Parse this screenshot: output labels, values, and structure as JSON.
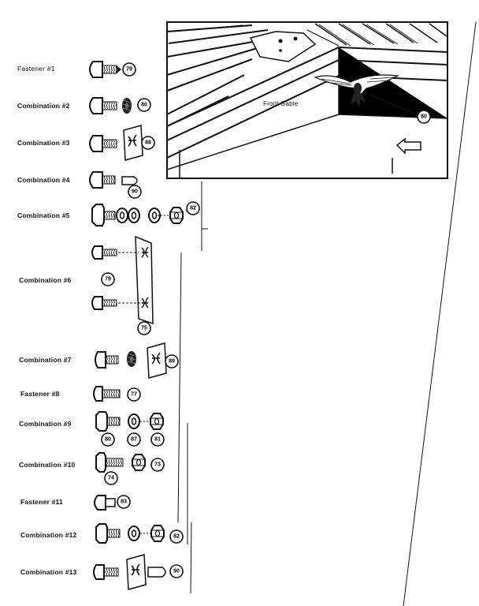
{
  "rows": [
    {
      "label": "Fastener  #1",
      "parts": [
        "79"
      ]
    },
    {
      "label": "Combination #2",
      "parts": [
        "80"
      ]
    },
    {
      "label": "Combination  #3",
      "parts": [
        "88"
      ]
    },
    {
      "label": "Combination  #4",
      "parts": [
        "90"
      ]
    },
    {
      "label": "Combination  #5",
      "parts": [
        "82"
      ]
    },
    {
      "label": "Combination  #6",
      "parts": [
        "79",
        "75"
      ]
    },
    {
      "label": "Combination #7",
      "parts": [
        "89"
      ]
    },
    {
      "label": "Fastener  #8",
      "parts": [
        "77"
      ]
    },
    {
      "label": "Combination  #9",
      "parts": [
        "80",
        "87",
        "81"
      ]
    },
    {
      "label": "Combination #10",
      "parts": [
        "74",
        "73"
      ]
    },
    {
      "label": "Fastener  #11",
      "parts": [
        "83"
      ]
    },
    {
      "label": "Combination  #12",
      "parts": [
        "82"
      ]
    },
    {
      "label": "Combination  #13",
      "parts": [
        "90"
      ]
    }
  ],
  "inset": {
    "label": "Front  Gable",
    "callout": "80"
  }
}
